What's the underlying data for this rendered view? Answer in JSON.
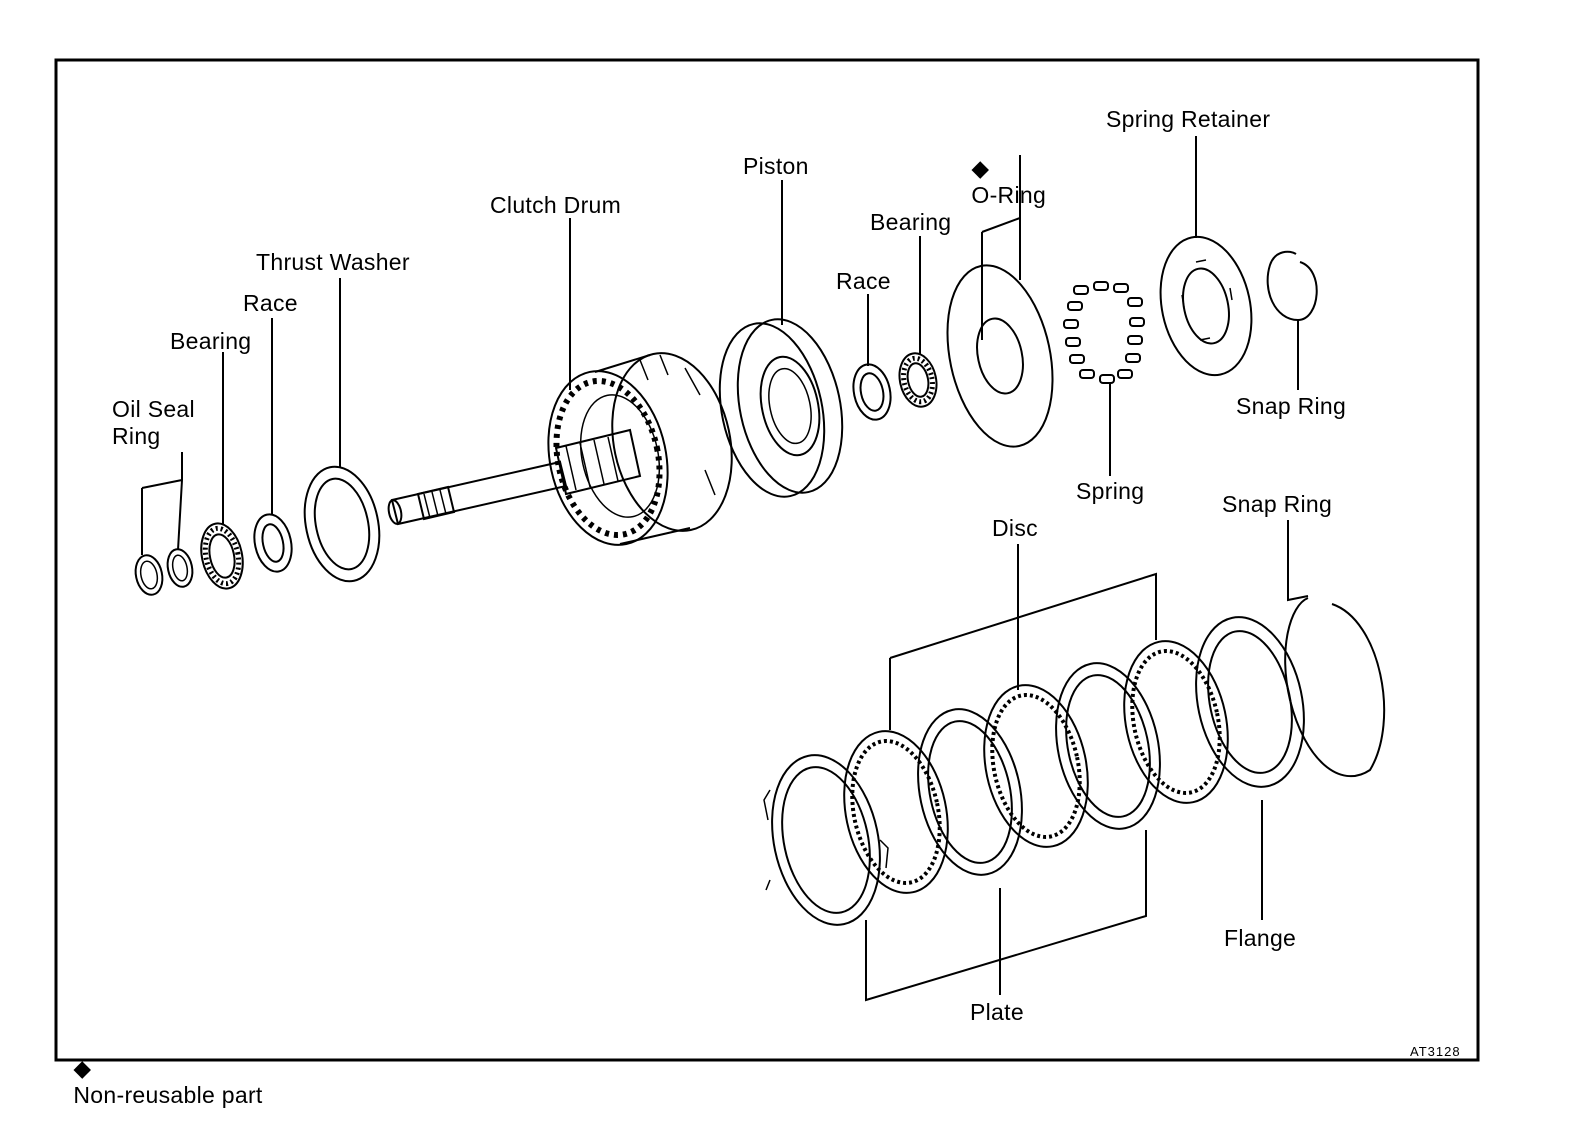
{
  "labels": {
    "oil_seal_ring": "Oil Seal\nRing",
    "bearing_left": "Bearing",
    "race_left": "Race",
    "thrust_washer": "Thrust Washer",
    "clutch_drum": "Clutch Drum",
    "piston": "Piston",
    "race_right": "Race",
    "bearing_right": "Bearing",
    "o_ring": "O-Ring",
    "spring_retainer": "Spring Retainer",
    "snap_ring_top": "Snap Ring",
    "spring": "Spring",
    "snap_ring_lower": "Snap Ring",
    "disc": "Disc",
    "flange": "Flange",
    "plate": "Plate"
  },
  "symbols": {
    "non_reusable_marker": "◆"
  },
  "legend": {
    "non_reusable": "Non-reusable part"
  },
  "figure_code": "AT3128"
}
